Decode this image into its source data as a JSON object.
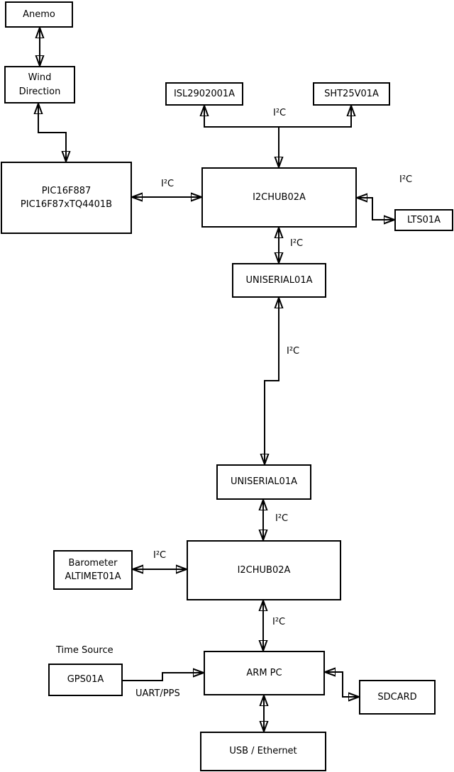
{
  "diagram": {
    "background_color": "#ffffff",
    "stroke_color": "#000000",
    "nodes": {
      "anemo": {
        "label": "Anemo"
      },
      "wind_direction": {
        "label": "Wind\nDirection"
      },
      "pic": {
        "label": "PIC16F887\nPIC16F87xTQ4401B"
      },
      "isl": {
        "label": "ISL2902001A"
      },
      "sht": {
        "label": "SHT25V01A"
      },
      "i2c_hub_1": {
        "label": "I2CHUB02A"
      },
      "lts": {
        "label": "LTS01A"
      },
      "uniserial_1": {
        "label": "UNISERIAL01A"
      },
      "uniserial_2": {
        "label": "UNISERIAL01A"
      },
      "i2c_hub_2": {
        "label": "I2CHUB02A"
      },
      "barometer": {
        "label": "Barometer\nALTIMET01A"
      },
      "arm_pc": {
        "label": "ARM PC"
      },
      "gps": {
        "label": "GPS01A"
      },
      "sdcard": {
        "label": "SDCARD"
      },
      "usb_ethernet": {
        "label": "USB / Ethernet"
      }
    },
    "edge_labels": {
      "i2c_sensors": "I²C",
      "i2c_pic_hub": "I²C",
      "i2c_hub_lts": "I²C",
      "i2c_hub1_uniserial1": "I²C",
      "i2c_uniserial_link": "I²C",
      "i2c_uniserial2_hub2": "I²C",
      "i2c_barometer_hub2": "I²C",
      "i2c_hub2_armpc": "I²C",
      "time_source": "Time Source",
      "uart_pps": "UART/PPS"
    }
  }
}
